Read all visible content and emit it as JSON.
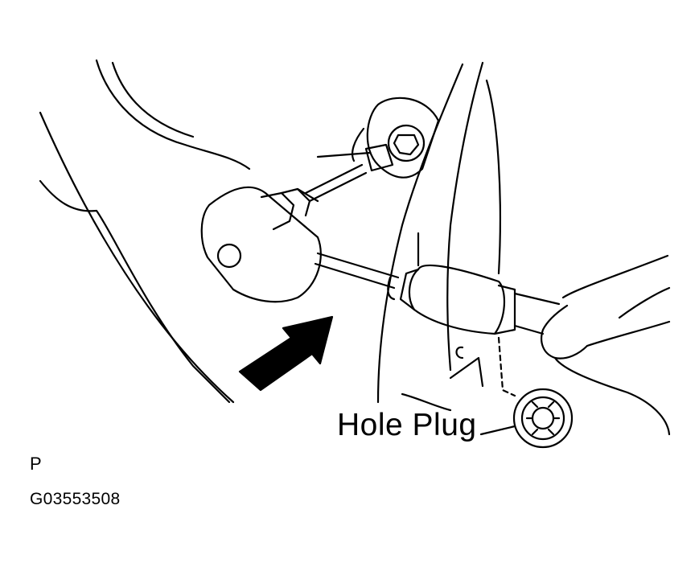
{
  "figure": {
    "callout_label": "Hole Plug",
    "view_code": "P",
    "figure_id": "G03553508"
  },
  "colors": {
    "line": "#000000",
    "background": "#ffffff"
  },
  "icons": [
    "push-direction-arrow",
    "hole-plug",
    "socket-wrench",
    "hand",
    "bolt-nut"
  ]
}
